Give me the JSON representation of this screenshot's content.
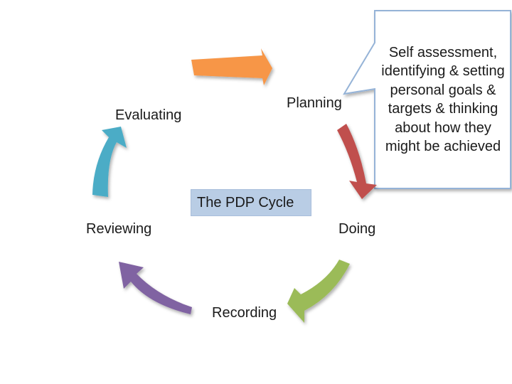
{
  "diagram": {
    "center_title": "The PDP Cycle",
    "stages": [
      "Planning",
      "Doing",
      "Recording",
      "Reviewing",
      "Evaluating"
    ],
    "callout": "Self assessment, identifying & setting personal goals & targets & thinking about how they might be achieved",
    "colors": {
      "arrow_top": "#f79646",
      "arrow_right": "#c0504d",
      "arrow_bottom_right": "#9bbb59",
      "arrow_bottom_left": "#8064a2",
      "arrow_left": "#4bacc6",
      "center_fill": "#b9cde5",
      "callout_border": "#95b3d7"
    }
  }
}
